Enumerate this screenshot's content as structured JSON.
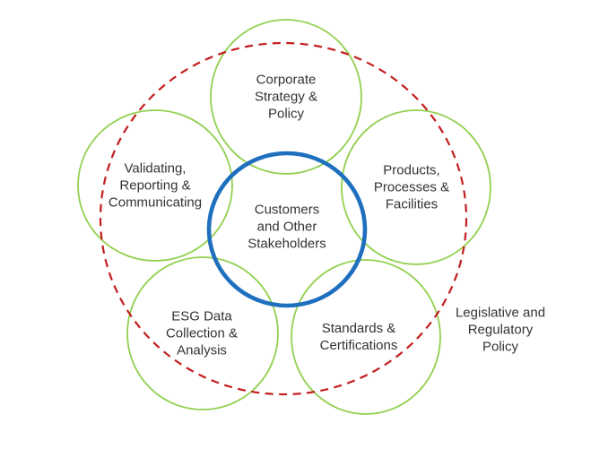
{
  "diagram": {
    "colors": {
      "green_circle_stroke": "#92D050",
      "blue_circle_stroke": "#1F6FBF",
      "red_dashed_stroke": "#C21E1E",
      "text": "#333333"
    },
    "center_circle": {
      "label": "Customers and Other Stakeholders",
      "lines": [
        "Customers",
        "and Other",
        "Stakeholders"
      ]
    },
    "outer_circles": {
      "corporate": {
        "label": "Corporate Strategy & Policy",
        "lines": [
          "Corporate",
          "Strategy &",
          "Policy"
        ]
      },
      "validating": {
        "label": "Validating, Reporting & Communicating",
        "lines": [
          "Validating,",
          "Reporting &",
          "Communicating"
        ]
      },
      "products": {
        "label": "Products, Processes & Facilities",
        "lines": [
          "Products,",
          "Processes &",
          "Facilities"
        ]
      },
      "esg": {
        "label": "ESG Data Collection & Analysis",
        "lines": [
          "ESG Data",
          "Collection &",
          "Analysis"
        ]
      },
      "standards": {
        "label": "Standards & Certifications",
        "lines": [
          "Standards &",
          "Certifications"
        ]
      }
    },
    "dashed_boundary_label": {
      "label": "Legislative and Regulatory Policy",
      "lines": [
        "Legislative and",
        "Regulatory",
        "Policy"
      ]
    }
  }
}
